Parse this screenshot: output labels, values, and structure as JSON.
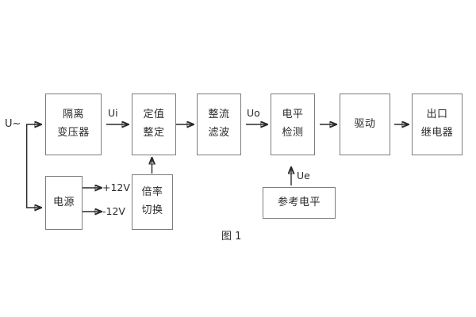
{
  "diagram": {
    "caption": "图 1",
    "input_label": "U~",
    "blocks": [
      {
        "id": "isolation-transformer",
        "lines": [
          "隔离",
          "变压器"
        ]
      },
      {
        "id": "setpoint-setting",
        "lines": [
          "定值",
          "整定"
        ]
      },
      {
        "id": "rectify-filter",
        "lines": [
          "整流",
          "滤波"
        ]
      },
      {
        "id": "level-detection",
        "lines": [
          "电平",
          "检测"
        ]
      },
      {
        "id": "drive",
        "lines": [
          "驱动"
        ]
      },
      {
        "id": "output-relay",
        "lines": [
          "出口",
          "继电器"
        ]
      },
      {
        "id": "power-supply",
        "lines": [
          "电源"
        ]
      },
      {
        "id": "multiplier-switch",
        "lines": [
          "倍率",
          "切换"
        ]
      },
      {
        "id": "reference-level",
        "lines": [
          "参考电平"
        ]
      }
    ],
    "signals": {
      "ui": "Ui",
      "uo": "Uo",
      "ue": "Ue",
      "rail_positive": "+12V",
      "rail_negative": "-12V"
    },
    "colors": {
      "block_border": "#7d7d7d",
      "wire": "#2b2b2b",
      "text": "#2b2b2b",
      "background": "#ffffff"
    }
  }
}
